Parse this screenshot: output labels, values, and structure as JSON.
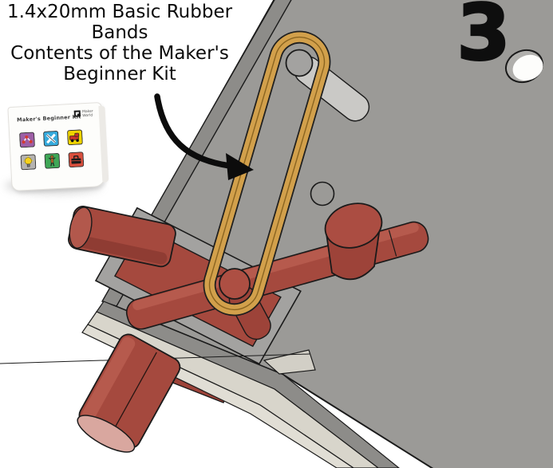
{
  "annotation": {
    "title_line1": "1.4x20mm Basic Rubber",
    "title_line2": "Bands",
    "title_line3": "Contents of the Maker's",
    "title_line4": "Beginner Kit",
    "step_number": "3"
  },
  "kit_box": {
    "title": "Maker's Beginner Kit",
    "brand_line1": "Maker",
    "brand_line2": "World",
    "tiles": [
      {
        "name": "slingshot-molecule-icon",
        "color": "#9d5fa6"
      },
      {
        "name": "crossed-planes-icon",
        "color": "#35aadc"
      },
      {
        "name": "truck-icon",
        "color": "#f0d400"
      },
      {
        "name": "lightbulb-icon",
        "color": "#b5b3b0"
      },
      {
        "name": "figure-icon",
        "color": "#3fa757"
      },
      {
        "name": "toolbox-icon",
        "color": "#d94f3d"
      }
    ]
  },
  "scene": {
    "description": "3D CAD render of a catapult kit base plate corner; a yellow rubber band is stretched between a gray peg and a red peg",
    "colors": {
      "plate": "#9b9a97",
      "plate_chamfer": "#8d8c89",
      "plate_side": "#d8d5cb",
      "plate_side_light": "#e1ded5",
      "frame_gray": "#a3a2a0",
      "red_part": "#a5493e",
      "red_part_dark": "#9d4339",
      "red_part_light": "#b65a4d",
      "red_cap_pink": "#d9a79f",
      "rubber_band": "#d2a04b",
      "rubber_band_edge": "#8a6420",
      "peg_gray_top": "#a3a2a0",
      "peg_gray_body": "#cac9c6",
      "outline": "#1a1a1a"
    }
  }
}
